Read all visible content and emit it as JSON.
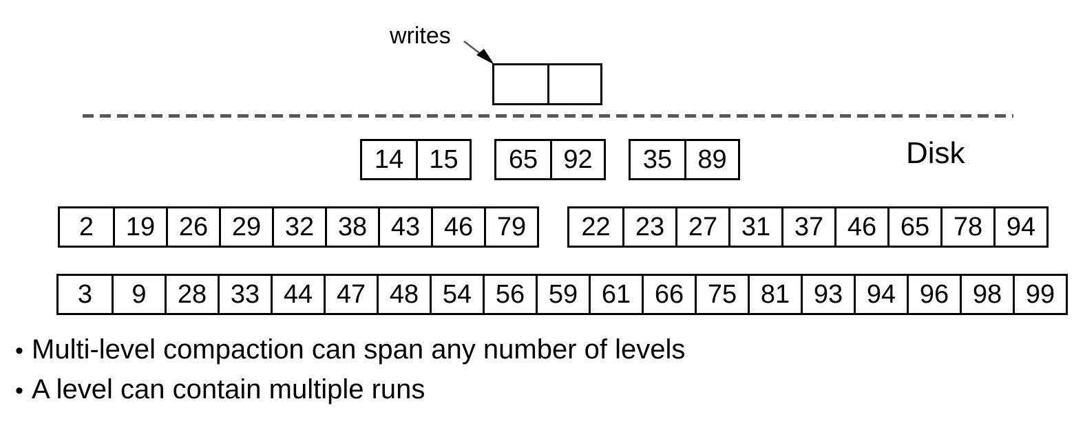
{
  "diagram": {
    "title_label": "writes",
    "disk_label": "Disk",
    "memory": {
      "name": "in-memory-buffer",
      "cells": [
        "",
        ""
      ]
    },
    "levels": [
      {
        "name": "level-1",
        "runs": [
          {
            "values": [
              "14",
              "15"
            ]
          },
          {
            "values": [
              "65",
              "92"
            ]
          },
          {
            "values": [
              "35",
              "89"
            ]
          }
        ]
      },
      {
        "name": "level-2",
        "runs": [
          {
            "values": [
              "2",
              "19",
              "26",
              "29",
              "32",
              "38",
              "43",
              "46",
              "79"
            ]
          },
          {
            "values": [
              "22",
              "23",
              "27",
              "31",
              "37",
              "46",
              "65",
              "78",
              "94"
            ]
          }
        ]
      },
      {
        "name": "level-3",
        "runs": [
          {
            "values": [
              "3",
              "9",
              "28",
              "33",
              "44",
              "47",
              "48",
              "54",
              "56",
              "59",
              "61",
              "66",
              "75",
              "81",
              "93",
              "94",
              "96",
              "98",
              "99"
            ]
          }
        ]
      }
    ],
    "divider": {
      "style": "dashed",
      "color": "#595959"
    }
  },
  "bullets": [
    {
      "marker": "•",
      "text": "Multi-level compaction can span any number of levels"
    },
    {
      "marker": "•",
      "text": "A level can contain multiple runs"
    }
  ],
  "colors": {
    "ink": "#000000",
    "divider": "#595959",
    "background": "#ffffff"
  }
}
